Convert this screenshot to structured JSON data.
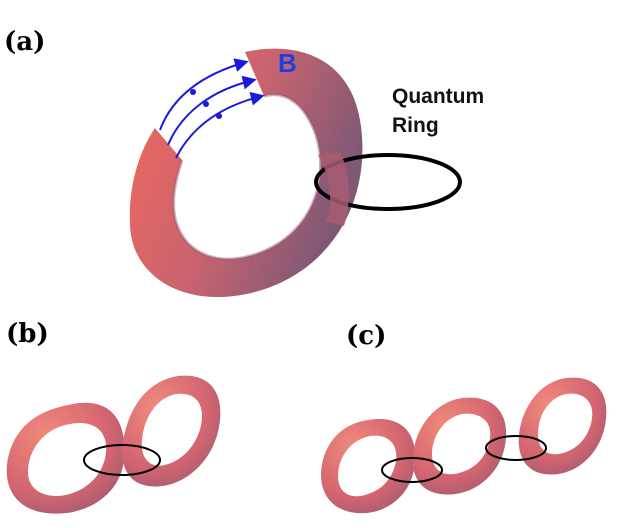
{
  "panels": {
    "a": {
      "label": "(a)"
    },
    "b": {
      "label": "(b)"
    },
    "c": {
      "label": "(c)"
    }
  },
  "field_label": "B",
  "quantum_ring_label": {
    "line1": "Quantum",
    "line2": "Ring"
  },
  "colors": {
    "torus_light": "#f26a5e",
    "torus_mid": "#c8636f",
    "torus_dark": "#7e5874",
    "field_lines": "#1a1adf",
    "b_label": "#1f3fdc",
    "ring": "#000000"
  },
  "icons": [
    "field-arrow-icon"
  ]
}
